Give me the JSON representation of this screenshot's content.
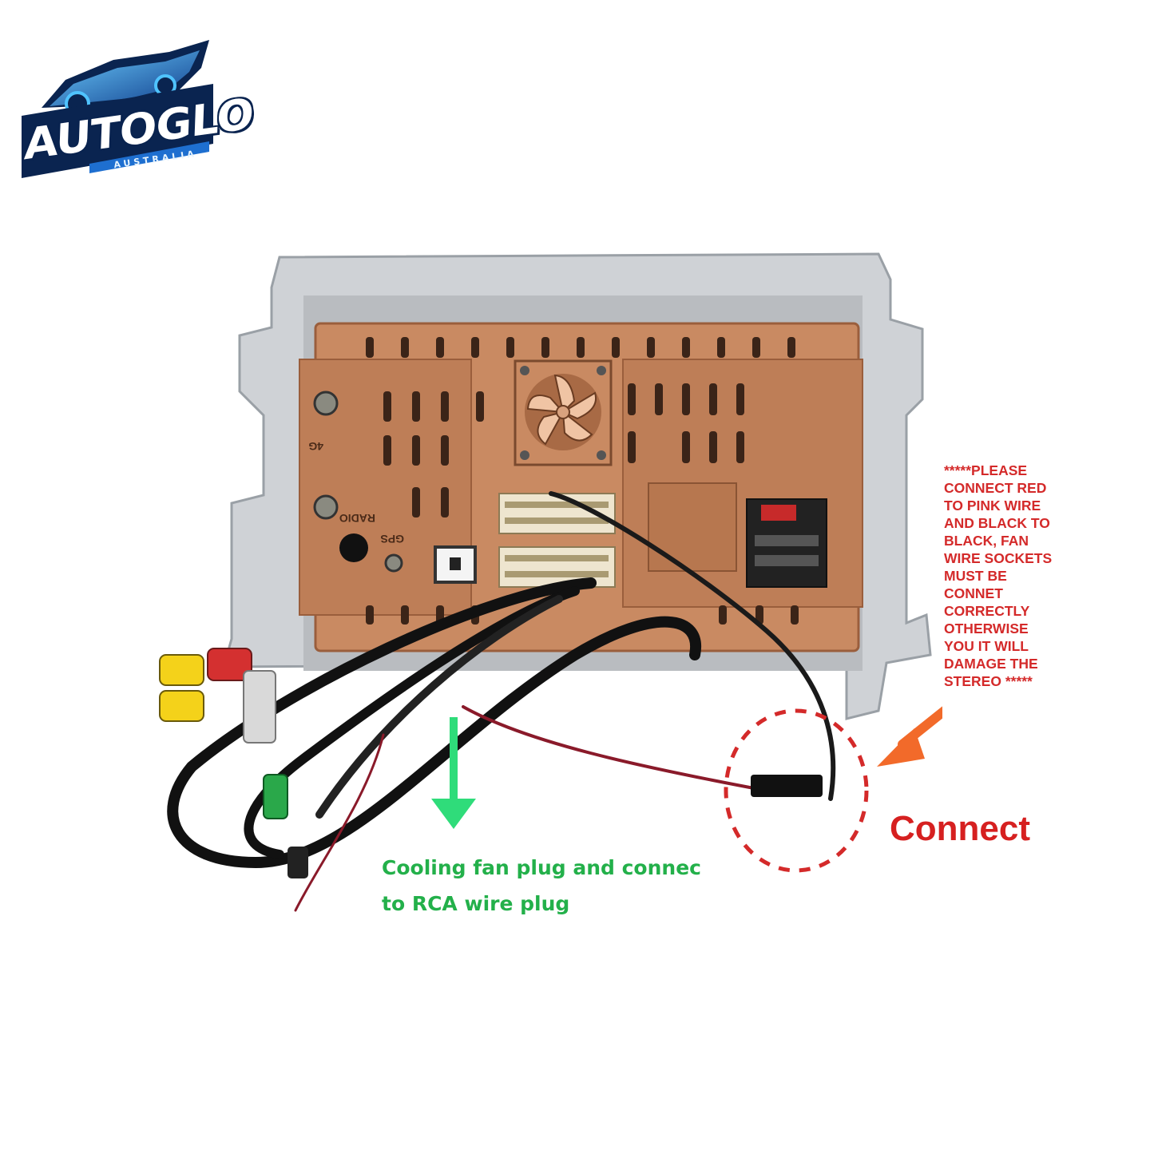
{
  "logo": {
    "brand": "AUTOGLO",
    "subtitle": "AUSTRALIA"
  },
  "photo": {
    "unit_labels": [
      "4G",
      "RADIO",
      "GPS"
    ]
  },
  "annotations": {
    "warning_lines": [
      "*****PLEASE",
      "CONNECT RED",
      "TO PINK WIRE",
      "AND BLACK TO",
      "BLACK, FAN",
      "WIRE SOCKETS",
      "MUST BE",
      "CONNET",
      "CORRECTLY",
      "OTHERWISE",
      "YOU IT WILL",
      "DAMAGE THE",
      "STEREO *****"
    ],
    "connect_label": "Connect",
    "fan_note_lines": [
      "Cooling fan plug and connec",
      "to RCA wire plug"
    ]
  },
  "colors": {
    "warning_red": "#d42a2a",
    "connect_red": "#d62020",
    "note_green": "#23b04a",
    "chassis_copper": "#c98a62",
    "logo_blue": "#1e6fd0"
  }
}
